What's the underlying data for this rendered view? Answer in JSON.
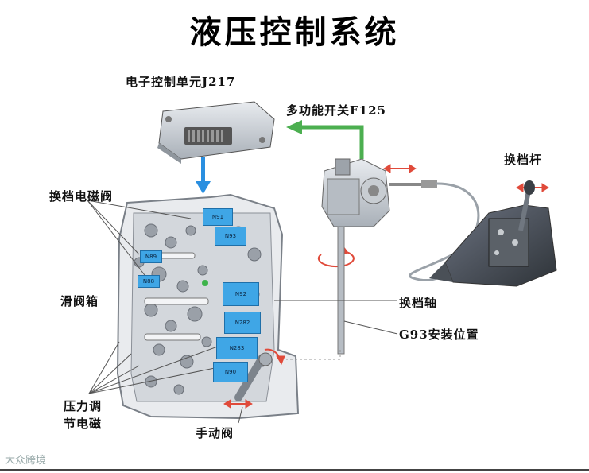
{
  "title": "液压控制系统",
  "labels": {
    "ecu": "电子控制单元J217",
    "multi_switch": "多功能开关F125",
    "shift_lever": "换档杆",
    "shift_solenoid": "换档电磁阀",
    "valve_body": "滑阀箱",
    "shift_shaft": "换档轴",
    "g93_position": "G93安装位置",
    "pressure_solenoid_line1": "压力调",
    "pressure_solenoid_line2": "节电磁",
    "manual_valve": "手动阀"
  },
  "valve_tags": {
    "n91": "N91",
    "n93": "N93",
    "n89": "N89",
    "n88": "N88",
    "n92": "N92",
    "n282": "N282",
    "n283": "N283",
    "n90": "N90"
  },
  "watermark": "大众跨境",
  "colors": {
    "signal_arrow_blue": "#2a8fe0",
    "signal_arrow_green": "#4caf50",
    "motion_arrow_red": "#e04a3a",
    "solenoid_blue": "#3fa6e6"
  }
}
